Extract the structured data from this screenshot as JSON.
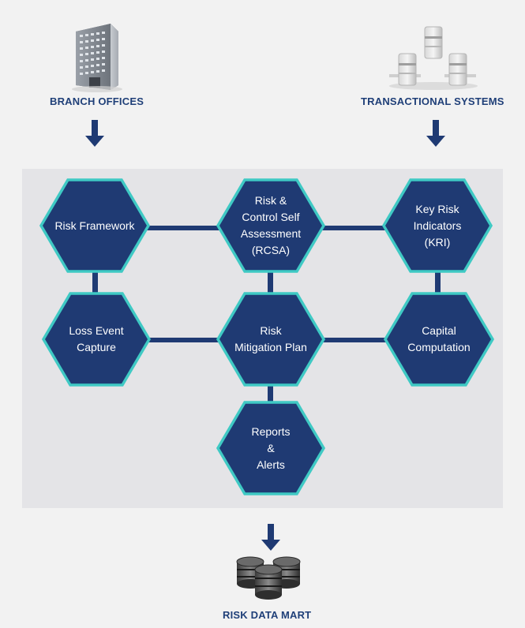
{
  "sources": {
    "branch_offices": {
      "label": "BRANCH OFFICES",
      "icon": "office-building-icon"
    },
    "transactional_systems": {
      "label": "TRANSACTIONAL SYSTEMS",
      "icon": "servers-icon"
    }
  },
  "nodes": {
    "risk_framework": "Risk Framework",
    "rcsa": "Risk &\nControl Self\nAssessment\n(RCSA)",
    "kri": "Key Risk\nIndicators\n(KRI)",
    "loss_event": "Loss Event\nCapture",
    "mitigation": "Risk\nMitigation Plan",
    "capital": "Capital\nComputation",
    "reports": "Reports\n&\nAlerts"
  },
  "output": {
    "label": "RISK DATA MART",
    "icon": "database-icon"
  },
  "colors": {
    "hex_fill": "#1f3a73",
    "hex_border": "#3fc9c4",
    "connector": "#1f3a73",
    "arrow": "#1f3a73",
    "label": "#1f3f78",
    "panel": "#e4e4e7"
  }
}
